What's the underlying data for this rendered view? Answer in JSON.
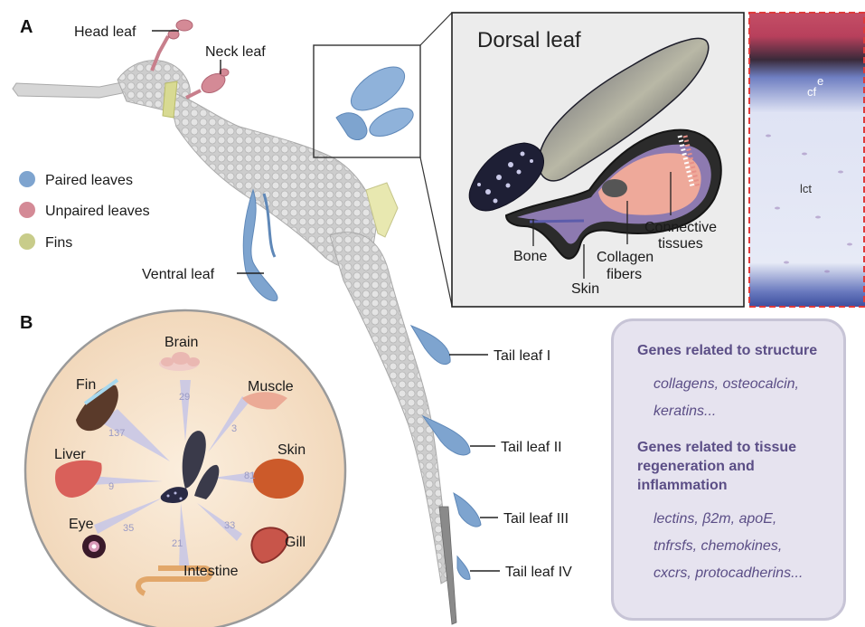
{
  "panel_labels": {
    "a": "A",
    "b": "B"
  },
  "seadragon_labels": {
    "head": "Head leaf",
    "neck": "Neck leaf",
    "ventral": "Ventral leaf",
    "tail_1": "Tail leaf I",
    "tail_2": "Tail leaf II",
    "tail_3": "Tail leaf III",
    "tail_4": "Tail leaf IV"
  },
  "legend": [
    {
      "label": "Paired leaves",
      "color": "#7ea4cf"
    },
    {
      "label": "Unpaired leaves",
      "color": "#d48a96"
    },
    {
      "label": "Fins",
      "color": "#c8cc8a"
    }
  ],
  "dorsal_inset": {
    "title": "Dorsal leaf",
    "bone": "Bone",
    "skin": "Skin",
    "collagen_1": "Collagen",
    "collagen_2": "fibers",
    "connective_1": "Connective",
    "connective_2": "tissues"
  },
  "histology": {
    "e": "e",
    "cf": "cf",
    "lct": "lct"
  },
  "organs": [
    {
      "name": "Brain",
      "count": "29"
    },
    {
      "name": "Muscle",
      "count": "3"
    },
    {
      "name": "Skin",
      "count": "81"
    },
    {
      "name": "Gill",
      "count": "33"
    },
    {
      "name": "Intestine",
      "count": "21"
    },
    {
      "name": "Eye",
      "count": "35"
    },
    {
      "name": "Liver",
      "count": "9"
    },
    {
      "name": "Fin",
      "count": "137"
    }
  ],
  "genes_box": {
    "structure_heading": "Genes related to structure",
    "structure_line1": "collagens, osteocalcin,",
    "structure_line2": "keratins...",
    "regen_heading_1": "Genes related to tissue",
    "regen_heading_2": "regeneration and",
    "regen_heading_3": "inflammation",
    "regen_line1": "lectins, β2m, apoE,",
    "regen_line2": "tnfrsfs, chemokines,",
    "regen_line3": "cxcrs, protocadherins..."
  },
  "colors": {
    "paired": "#7ea4cf",
    "unpaired": "#d48a96",
    "fins": "#c8cc8a",
    "body": "#cfcfcf",
    "box_text": "#5b4e86",
    "circle_fill": "#f6e3cc",
    "ray_color": "#c6c6e8"
  }
}
